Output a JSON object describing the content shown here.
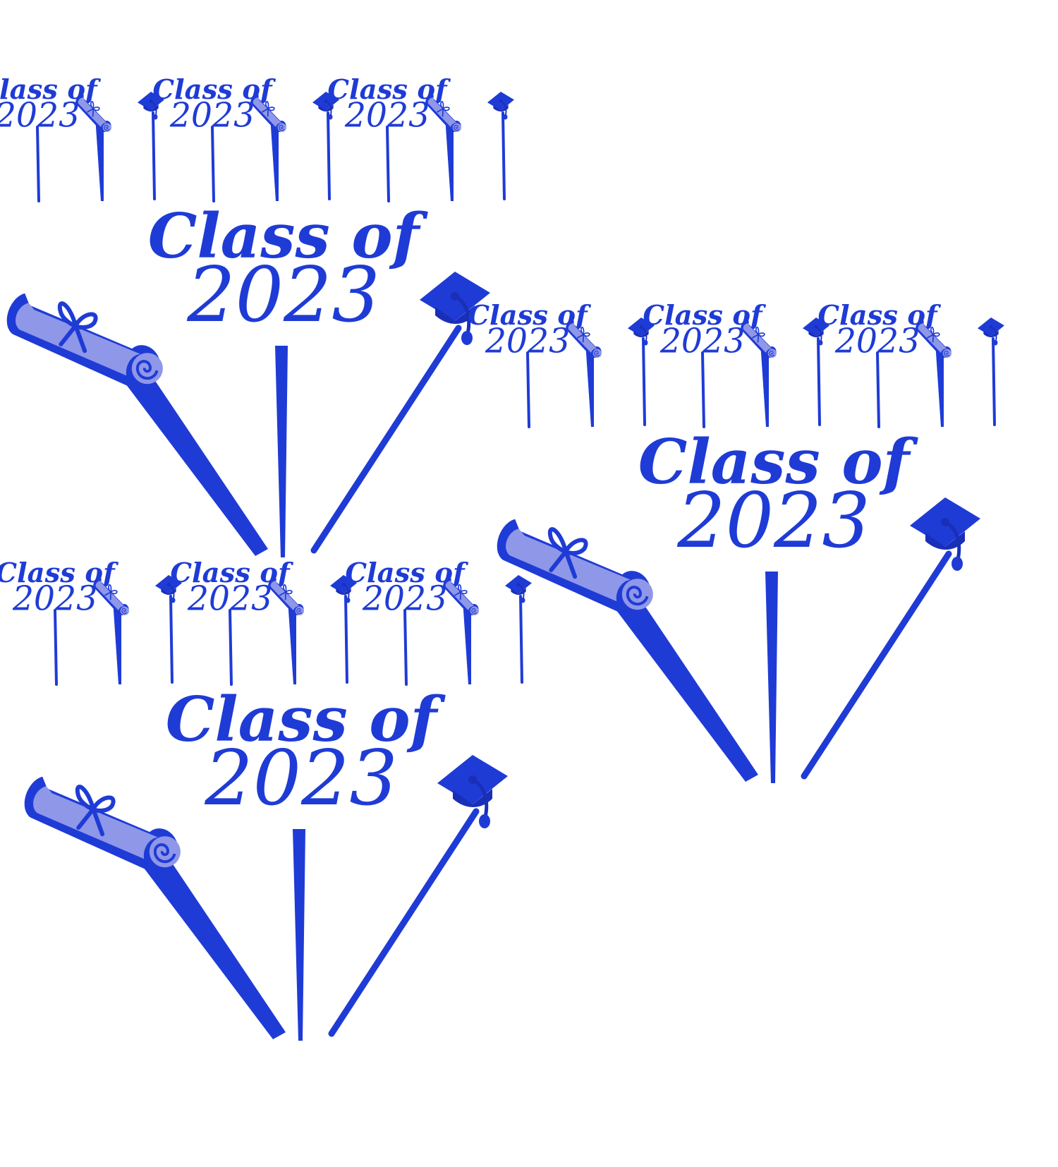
{
  "colors": {
    "background": "#ffffff",
    "pick": "#1f3bd6",
    "pick_dark": "#1a2fb8",
    "scroll_paper": "#8f97e8"
  },
  "topper_text": {
    "line1": "Class of",
    "line2": "2023"
  },
  "sets": [
    {
      "name": "set-top-left",
      "small_groups": 3,
      "large_pieces": [
        "scroll-pick",
        "class-of-2023-pick",
        "grad-cap-pick"
      ]
    },
    {
      "name": "set-right",
      "small_groups": 3,
      "large_pieces": [
        "scroll-pick",
        "class-of-2023-pick",
        "grad-cap-pick"
      ]
    },
    {
      "name": "set-bottom-left",
      "small_groups": 3,
      "large_pieces": [
        "scroll-pick",
        "class-of-2023-pick",
        "grad-cap-pick"
      ]
    }
  ],
  "icons": [
    "diploma-scroll-icon",
    "graduation-cap-icon"
  ]
}
